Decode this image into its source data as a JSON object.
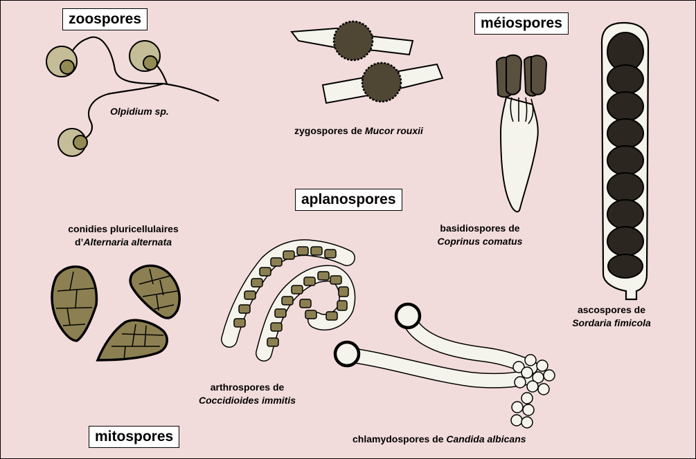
{
  "headings": {
    "zoospores": "zoospores",
    "meiospores": "méiospores",
    "aplanospores": "aplanospores",
    "mitospores": "mitospores"
  },
  "captions": {
    "olpidium": "Olpidium sp.",
    "zygo_prefix": "zygospores de ",
    "zygo_species": "Mucor rouxii",
    "basidio_line1": "basidiospores de",
    "basidio_species": "Coprinus comatus",
    "asco_line1": "ascospores de",
    "asco_species": "Sordaria fimicola",
    "conidies_line1": "conidies  pluricellulaires",
    "conidies_prefix": "d’",
    "conidies_species": "Alternaria alternata",
    "arthro_line1": "arthrospores de",
    "arthro_species": "Coccidioides immitis",
    "chlamy_prefix": "chlamydospores de ",
    "chlamy_species": "Candida albicans"
  },
  "colors": {
    "background": "#f2dcdb",
    "zoospore_fill": "#c4bd97",
    "zoospore_nucleus": "#948a54",
    "zygospore_fill": "#4f4634",
    "hypha_fill": "#f5f4ec",
    "conidia_fill": "#8c8052",
    "ascospore_fill": "#2b2620",
    "basidiospore_fill": "#5a5040",
    "arthrospore_fill": "#8c8052"
  }
}
